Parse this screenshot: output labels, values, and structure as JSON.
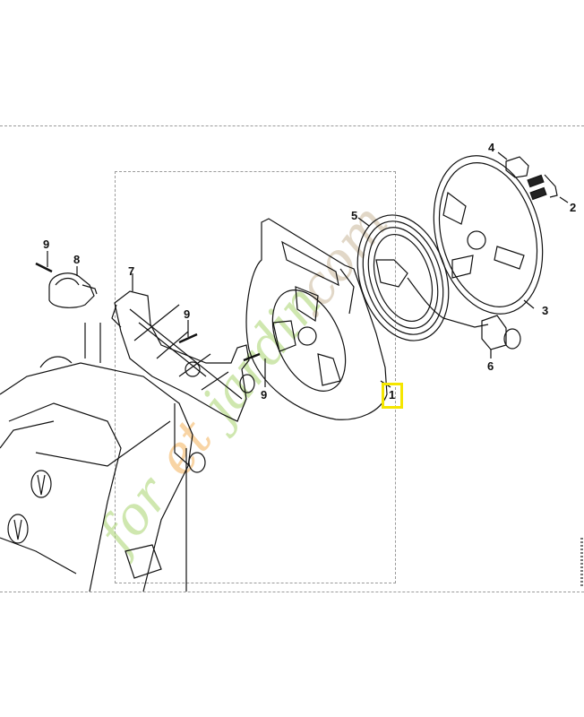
{
  "diagram": {
    "type": "exploded-parts-diagram",
    "subject": "Hose reel assembly (pressure washer)",
    "callouts": [
      {
        "id": "1",
        "label": "1",
        "part": "reel drum / housing",
        "highlighted": true
      },
      {
        "id": "2",
        "label": "2",
        "part": "coupling pair"
      },
      {
        "id": "3",
        "label": "3",
        "part": "reel side disc"
      },
      {
        "id": "4",
        "label": "4",
        "part": "cap / knob"
      },
      {
        "id": "5",
        "label": "5",
        "part": "coiled hose"
      },
      {
        "id": "6",
        "label": "6",
        "part": "hose connector"
      },
      {
        "id": "7",
        "label": "7",
        "part": "mounting bracket"
      },
      {
        "id": "8",
        "label": "8",
        "part": "clip holder"
      },
      {
        "id": "9a",
        "label": "9",
        "part": "screw"
      },
      {
        "id": "9b",
        "label": "9",
        "part": "screw"
      },
      {
        "id": "9c",
        "label": "9",
        "part": "screw"
      }
    ],
    "highlight_color": "#f5e600",
    "line_color": "#111111"
  },
  "watermark": {
    "text": "foretjardin.com",
    "colors": {
      "green": "#a8d46f",
      "orange": "#f3b15a",
      "beige": "#c9b79a"
    }
  }
}
